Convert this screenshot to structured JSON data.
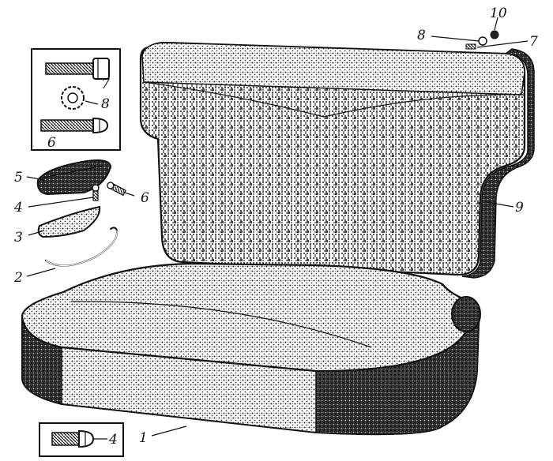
{
  "figure": {
    "callouts": {
      "seat_cushion": "1",
      "spring_wire": "2",
      "pad": "3",
      "screw_small": "4",
      "armrest_block": "5",
      "screw_upper": "6",
      "screw_inset_bolt": "7",
      "washer_inset": "8",
      "screw_inset_long": "6",
      "backrest_cover": "9",
      "nut_top": "10",
      "washer_top": "8",
      "bolt_top": "7",
      "screw_bottom_inset": "4"
    }
  }
}
